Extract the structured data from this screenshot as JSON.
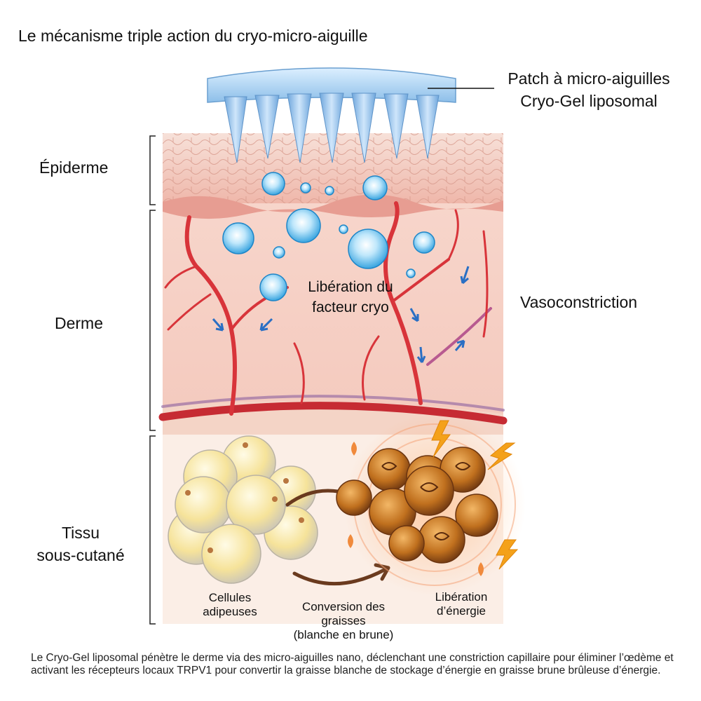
{
  "title": "Le mécanisme triple action du cryo-micro-aiguille",
  "patch_label": [
    "Patch à micro-aiguilles",
    "Cryo-Gel liposomal"
  ],
  "layers": {
    "epiderme": "Épiderme",
    "derme": "Derme",
    "tissu": [
      "Tissu",
      "sous-cutané"
    ]
  },
  "labels": {
    "vasoconstriction": "Vasoconstriction",
    "release": [
      "Libération du",
      "facteur cryo"
    ],
    "cells": [
      "Cellules",
      "adipeuses"
    ],
    "conversion": [
      "Conversion des",
      "graisses",
      "(blanche en brune)"
    ],
    "energy": [
      "Libération",
      "d’énergie"
    ]
  },
  "caption": "Le Cryo-Gel liposomal pénètre le derme via des micro-aiguilles nano, déclenchant une constriction capillaire pour éliminer l’œdème et activant les récepteurs locaux TRPV1 pour convertir la graisse blanche de stockage d’énergie en graisse brune brûleuse d’énergie.",
  "icons": [
    "micro-needle-patch",
    "liposome-sphere",
    "capillary-vessel",
    "blue-arrow",
    "white-fat-cell",
    "brown-fat-cell",
    "lightning-bolt",
    "flame"
  ],
  "colors": {
    "patch": "#9cc8ee",
    "skin": "#f4cfc4",
    "vessel": "#d8343a",
    "arrow": "#2a6fc4",
    "white_fat": "#f5e6a8",
    "brown_fat": "#c0701e",
    "energy": "#f4a11a"
  }
}
